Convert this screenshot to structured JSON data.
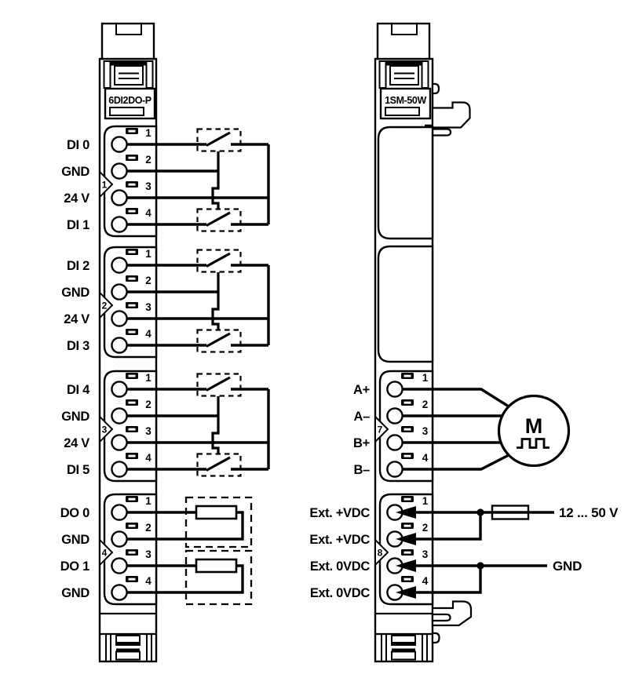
{
  "left_module": {
    "name": "6DI2DO-P",
    "groups": [
      {
        "marker": "1",
        "terminals": [
          {
            "n": "1",
            "label": "DI 0"
          },
          {
            "n": "2",
            "label": "GND"
          },
          {
            "n": "3",
            "label": "24 V"
          },
          {
            "n": "4",
            "label": "DI 1"
          }
        ]
      },
      {
        "marker": "2",
        "terminals": [
          {
            "n": "1",
            "label": "DI 2"
          },
          {
            "n": "2",
            "label": "GND"
          },
          {
            "n": "3",
            "label": "24 V"
          },
          {
            "n": "4",
            "label": "DI 3"
          }
        ]
      },
      {
        "marker": "3",
        "terminals": [
          {
            "n": "1",
            "label": "DI 4"
          },
          {
            "n": "2",
            "label": "GND"
          },
          {
            "n": "3",
            "label": "24 V"
          },
          {
            "n": "4",
            "label": "DI 5"
          }
        ]
      },
      {
        "marker": "4",
        "terminals": [
          {
            "n": "1",
            "label": "DO 0"
          },
          {
            "n": "2",
            "label": "GND"
          },
          {
            "n": "3",
            "label": "DO 1"
          },
          {
            "n": "4",
            "label": "GND"
          }
        ]
      }
    ]
  },
  "right_module": {
    "name": "1SM-50W",
    "groups": [
      {
        "marker": "7",
        "terminals": [
          {
            "n": "1",
            "label": "A+"
          },
          {
            "n": "2",
            "label": "A–"
          },
          {
            "n": "3",
            "label": "B+"
          },
          {
            "n": "4",
            "label": "B–"
          }
        ]
      },
      {
        "marker": "8",
        "terminals": [
          {
            "n": "1",
            "label": "Ext. +VDC"
          },
          {
            "n": "2",
            "label": "Ext. +VDC"
          },
          {
            "n": "3",
            "label": "Ext. 0VDC"
          },
          {
            "n": "4",
            "label": "Ext. 0VDC"
          }
        ]
      }
    ]
  },
  "annotations": {
    "motor_letter": "M",
    "supply_range": "12 ... 50 V",
    "ground_label": "GND"
  },
  "colors": {
    "line": "#000000",
    "background": "#ffffff"
  }
}
